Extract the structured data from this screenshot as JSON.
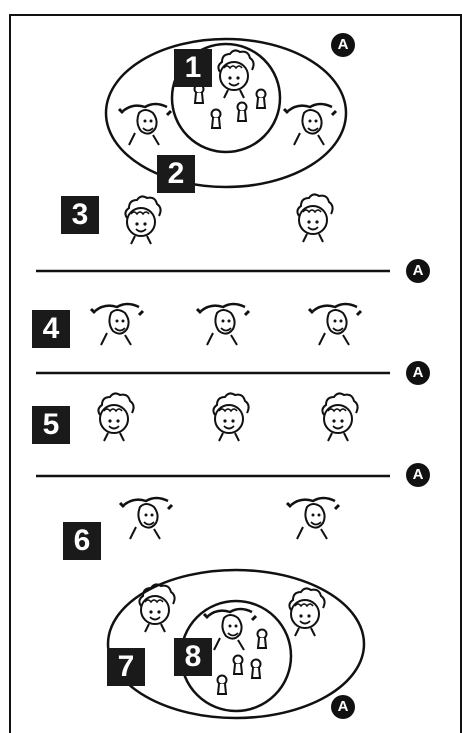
{
  "steps": {
    "s1": "1",
    "s2": "2",
    "s3": "3",
    "s4": "4",
    "s5": "5",
    "s6": "6",
    "s7": "7",
    "s8": "8"
  },
  "marker_label": "A",
  "colors": {
    "ink": "#111111",
    "label_bg": "#1a1a1a",
    "label_text": "#ffffff",
    "background": "#ffffff"
  }
}
